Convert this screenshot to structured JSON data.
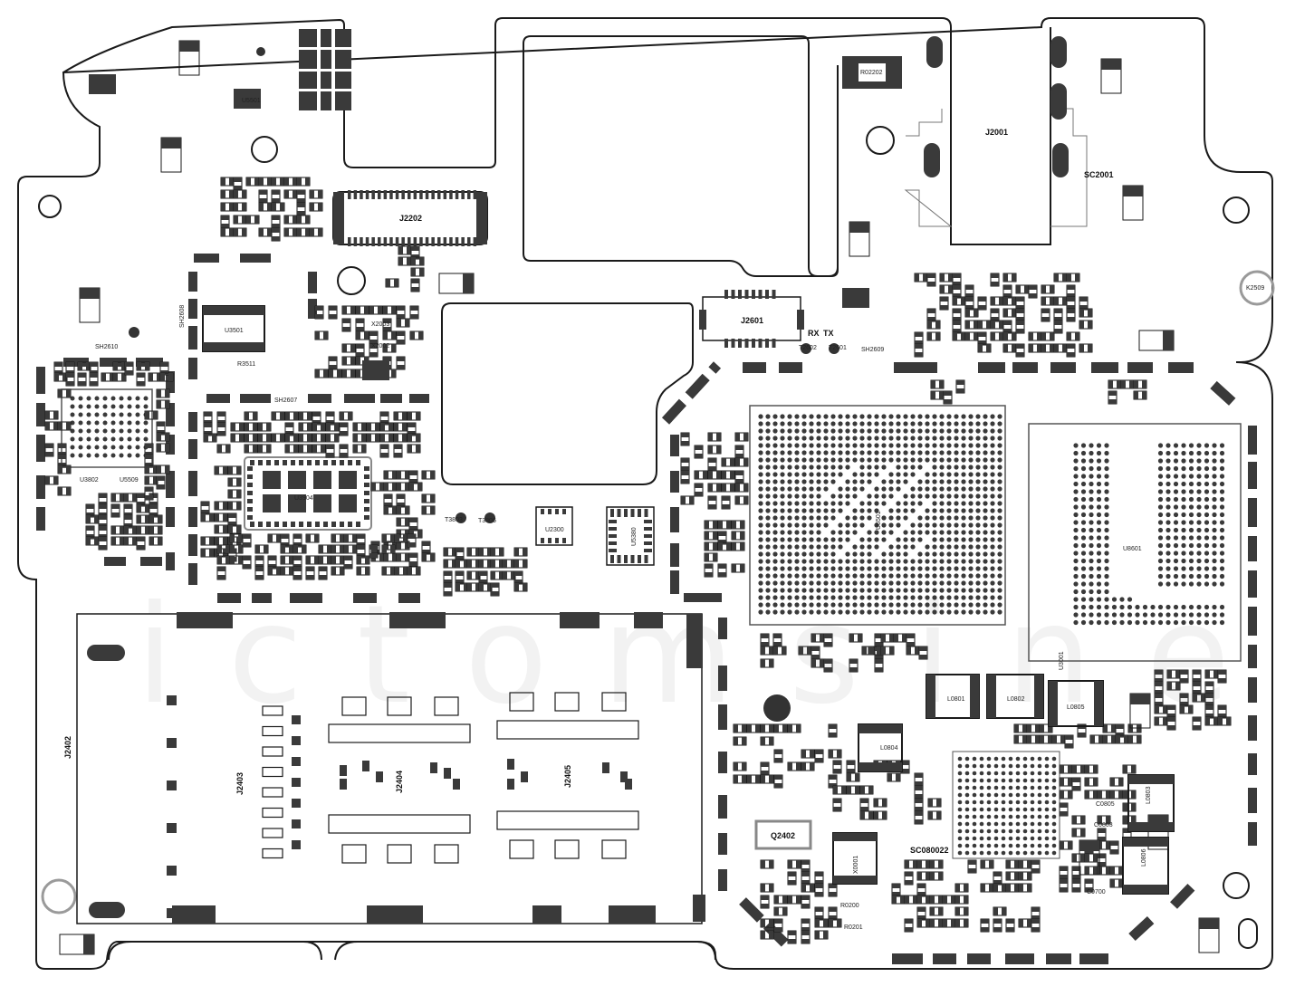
{
  "colors": {
    "background": "#ffffff",
    "outline": "#1a1a1a",
    "pad": "#3a3a3a",
    "pad_light": "#8a8a8a",
    "marker": "#9a9a9a"
  },
  "watermark_icon": "pcb-watermark",
  "labels": {
    "J2202": "J2202",
    "J2001": "J2001",
    "SC2001": "SC2001",
    "J2601": "J2601",
    "RX": "RX",
    "TX": "TX",
    "T2602": "T2602",
    "T2601": "T2601",
    "SH2609": "SH2609",
    "SH2610": "SH2610",
    "SH2608": "SH2608",
    "SH2607": "SH2607",
    "U3501": "U3501",
    "R3511": "R3511",
    "U3802": "U3802",
    "U5509": "U5509",
    "U3904": "U3904",
    "T3803": "T3803",
    "T3806": "T3806",
    "U2300": "U2300",
    "U5380": "U5380",
    "U8601": "U8601",
    "U6501": "U6501",
    "J2402": "J2402",
    "J2403": "J2403",
    "J2404": "J2404",
    "J2405": "J2405",
    "Q2402": "Q2402",
    "X0001": "X0001",
    "SC080022": "SC080022",
    "L0801": "L0801",
    "L0802": "L0802",
    "L0805": "L0805",
    "L0804": "L0804",
    "L0803": "L0803",
    "L0806": "L0806",
    "K2509": "K2509",
    "R02202": "R02202",
    "U5501": "U5501",
    "X2003": "X2003",
    "X2002": "X2002",
    "C0700": "C0700",
    "R0200": "R0200",
    "R0201": "R0201",
    "C0805": "C0805",
    "C0803": "C0803",
    "U3001": "U3001"
  }
}
